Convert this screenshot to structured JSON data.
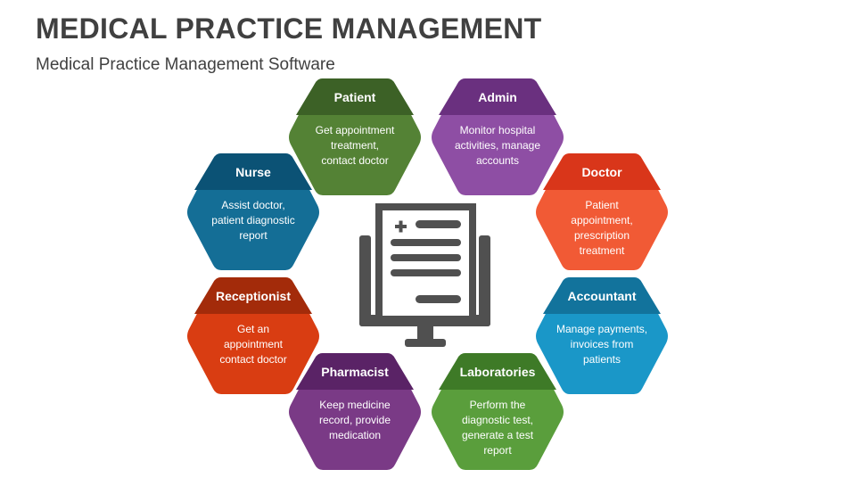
{
  "title": "MEDICAL PRACTICE MANAGEMENT",
  "subtitle": "Medical Practice Management Software",
  "center_icon": "medical-record-monitor-icon",
  "roles": [
    {
      "key": "patient",
      "title": "Patient",
      "lines": [
        "Get appointment",
        "treatment,",
        "contact doctor"
      ],
      "color": "#548235",
      "header_color": "#3c6126"
    },
    {
      "key": "admin",
      "title": "Admin",
      "lines": [
        "Monitor hospital",
        "activities, manage",
        "accounts"
      ],
      "color": "#8e4ea4",
      "header_color": "#6a307f"
    },
    {
      "key": "doctor",
      "title": "Doctor",
      "lines": [
        "Patient",
        "appointment,",
        "prescription",
        "treatment"
      ],
      "color": "#f15a35",
      "header_color": "#d9361a"
    },
    {
      "key": "accountant",
      "title": "Accountant",
      "lines": [
        "Manage payments,",
        "invoices from",
        "patients"
      ],
      "color": "#1a97c8",
      "header_color": "#12739c"
    },
    {
      "key": "laboratories",
      "title": "Laboratories",
      "lines": [
        "Perform the",
        "diagnostic test,",
        "generate a test",
        "report"
      ],
      "color": "#5a9e3c",
      "header_color": "#3e7a27"
    },
    {
      "key": "pharmacist",
      "title": "Pharmacist",
      "lines": [
        "Keep medicine",
        "record, provide",
        "medication"
      ],
      "color": "#7a3a86",
      "header_color": "#5a2366"
    },
    {
      "key": "receptionist",
      "title": "Receptionist",
      "lines": [
        "Get an",
        "appointment",
        "contact doctor"
      ],
      "color": "#d93d12",
      "header_color": "#a32b0a"
    },
    {
      "key": "nurse",
      "title": "Nurse",
      "lines": [
        "Assist doctor,",
        "patient diagnostic",
        "report"
      ],
      "color": "#146e96",
      "header_color": "#0b5275"
    }
  ]
}
